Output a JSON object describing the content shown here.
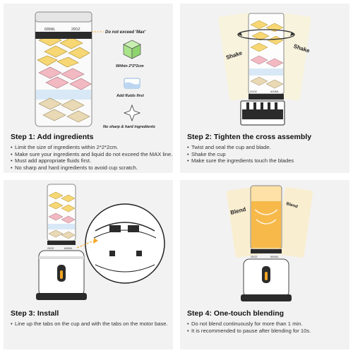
{
  "steps": [
    {
      "title": "Step 1: Add ingredients",
      "bullets": [
        "Limit the size of ingredients within 2*2*2cm.",
        "Make sure your ingredients and liquid do not exceed the MAX line.",
        "Must add appropriate fluids first.",
        "No sharp and hard ingredients to avoid cup scratch."
      ],
      "cup_markings": [
        "600ML",
        "20OZ"
      ],
      "callouts": {
        "max": "Do not exceed 'Max'",
        "size": "Within 2*2*2cm",
        "fluids": "Add fluids first",
        "sharp": "No sharp & hard ingredients"
      }
    },
    {
      "title": "Step 2: Tighten the cross assembly",
      "bullets": [
        "Twist and seal the cup and blade.",
        "Shake the cup",
        "Make sure the ingredients touch the blades"
      ],
      "labels": {
        "left": "Shake",
        "right": "Shake"
      },
      "cup_markings": [
        "20OZ",
        "600ML"
      ]
    },
    {
      "title": "Step 3: Install",
      "bullets": [
        "Line up the tabs on the cup and with the tabs on the motor base."
      ],
      "cup_markings": [
        "20OZ",
        "600ML"
      ]
    },
    {
      "title": "Step 4: One-touch blending",
      "bullets": [
        "Do not blend continuously for more than 1 min.",
        "It is recommended to pause after blending for 10s."
      ],
      "labels": {
        "left": "Blend",
        "right": "Blend"
      },
      "cup_markings": [
        "20OZ",
        "600ML"
      ]
    }
  ],
  "colors": {
    "accent": "#f5a623",
    "panel_bg": "#f2f2f2",
    "yellow_cube": "#f7d774",
    "green_cube": "#b8e6a6",
    "pink_cube": "#f3b9c3",
    "tan_cube": "#e9d9b4",
    "blue_fluid": "#d8e8f6",
    "orange_juice": "#f6b94a",
    "dark": "#2b2b2b"
  },
  "icons": [
    "cube-icon",
    "fluid-icon",
    "sparkle-icon",
    "rotate-arrow-icon",
    "power-button-icon"
  ]
}
